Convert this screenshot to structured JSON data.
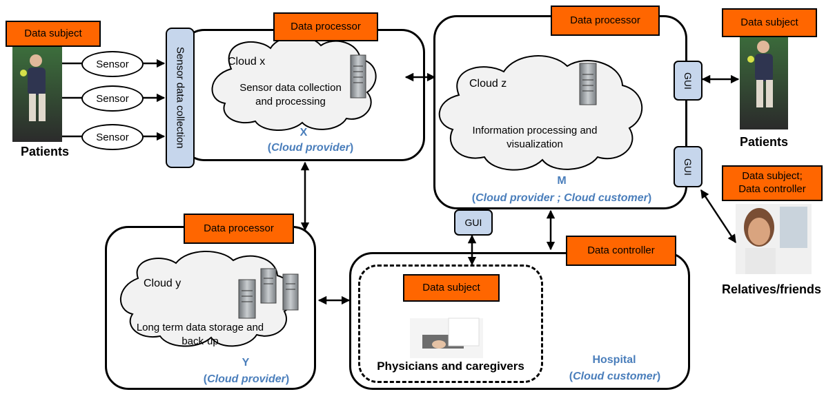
{
  "roles": {
    "data_subject": "Data subject",
    "data_processor": "Data processor",
    "data_controller": "Data controller",
    "data_subject_controller_line1": "Data subject;",
    "data_subject_controller_line2": "Data controller"
  },
  "sensors": [
    "Sensor",
    "Sensor",
    "Sensor"
  ],
  "sensor_bar": "Sensor data collection",
  "gui_label": "GUI",
  "patients_label": "Patients",
  "relatives_label": "Relatives/friends",
  "cloud_x": {
    "name": "Cloud x",
    "desc_line1": "Sensor data collection",
    "desc_line2": "and processing",
    "letter": "X",
    "role_prefix": "(",
    "role": "Cloud provider",
    "role_suffix": ")"
  },
  "cloud_z": {
    "name": "Cloud z",
    "desc_line1": "Information processing and",
    "desc_line2": "visualization",
    "letter": "M",
    "role_prefix": "(",
    "role": "Cloud provider ; Cloud customer",
    "role_suffix": ")"
  },
  "cloud_y": {
    "name": "Cloud y",
    "desc_line1": "Long term data storage and",
    "desc_line2": "back-up",
    "letter": "Y",
    "role_prefix": "(",
    "role": "Cloud provider",
    "role_suffix": ")"
  },
  "hospital": {
    "name": "Hospital",
    "role_prefix": "(",
    "role": "Cloud customer",
    "role_suffix": ")",
    "physicians": "Physicians and caregivers"
  },
  "colors": {
    "role_box": "#ff6600",
    "gui_box": "#c6d6ec",
    "accent_text": "#4a7ebb"
  }
}
